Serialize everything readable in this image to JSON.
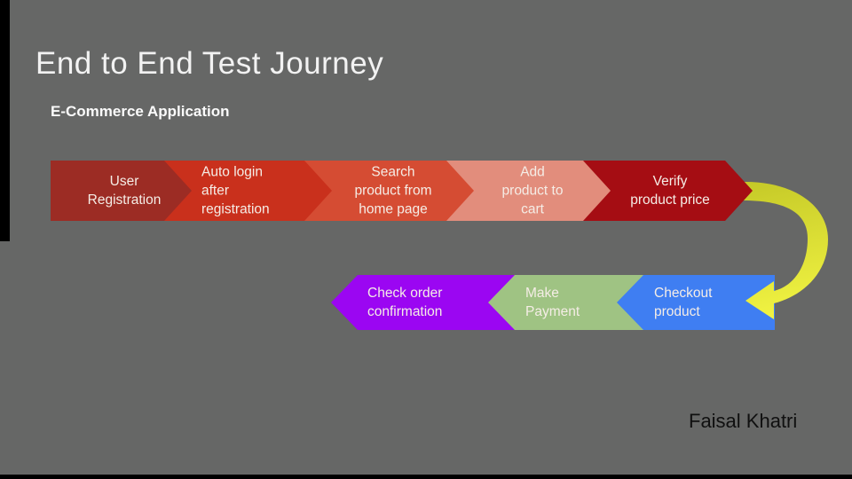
{
  "slide": {
    "title": "End to End Test Journey",
    "subtitle": "E-Commerce Application",
    "author": "Faisal Khatri",
    "background_color": "#666766"
  },
  "flow": {
    "top_row": [
      {
        "label": "User\nRegistration",
        "color": "#9c2c24"
      },
      {
        "label": "Auto login\nafter\nregistration",
        "color": "#c9301c"
      },
      {
        "label": "Search\nproduct from\nhome page",
        "color": "#d54c33"
      },
      {
        "label": "Add\nproduct to\ncart",
        "color": "#e28d7c"
      },
      {
        "label": "Verify\nproduct price",
        "color": "#a50d13"
      }
    ],
    "bottom_row": [
      {
        "label": "Check order\nconfirmation",
        "color": "#9b06f2"
      },
      {
        "label": "Make\nPayment",
        "color": "#9fc383"
      },
      {
        "label": "Checkout\nproduct",
        "color": "#3f7ef2"
      }
    ],
    "connector": {
      "name": "curved-arrow",
      "color_start": "#c6ca28",
      "color_end": "#f2f443"
    }
  }
}
